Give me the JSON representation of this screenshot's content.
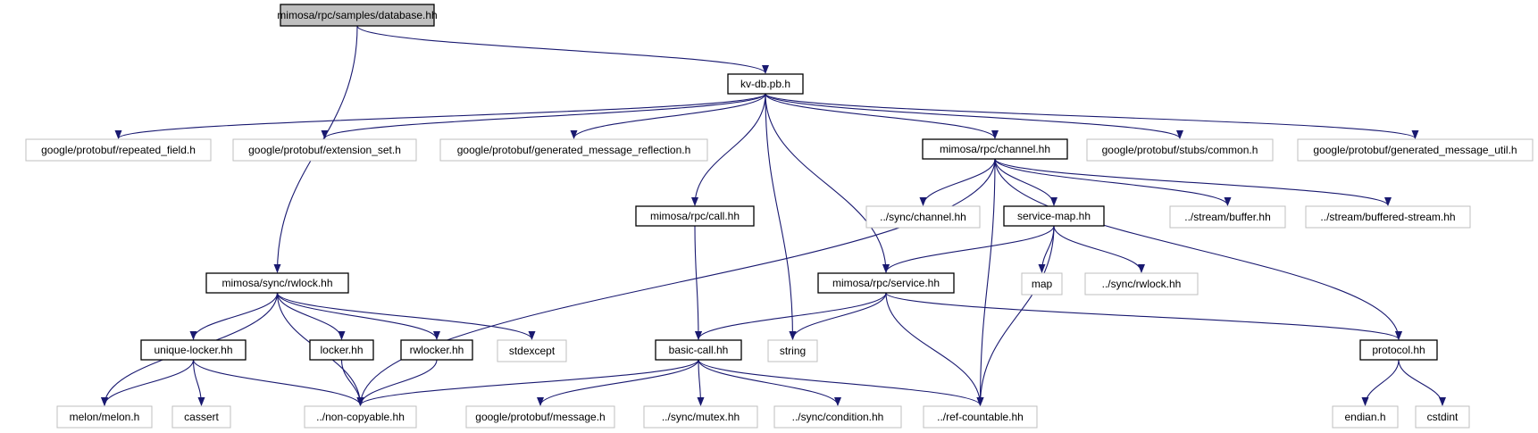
{
  "colors": {
    "edge": "#191970",
    "node_border": "#000000",
    "external_border": "#bfbfbf",
    "root_fill": "#bfbfbf"
  },
  "nodes": [
    {
      "id": "database",
      "label": "mimosa/rpc/samples/database.hh",
      "kind": "root"
    },
    {
      "id": "kvdb",
      "label": "kv-db.pb.h",
      "kind": "doc"
    },
    {
      "id": "repeated",
      "label": "google/protobuf/repeated_field.h",
      "kind": "ext"
    },
    {
      "id": "extset",
      "label": "google/protobuf/extension_set.h",
      "kind": "ext"
    },
    {
      "id": "genrefl",
      "label": "google/protobuf/generated_message_reflection.h",
      "kind": "ext"
    },
    {
      "id": "channel",
      "label": "mimosa/rpc/channel.hh",
      "kind": "doc"
    },
    {
      "id": "stubs",
      "label": "google/protobuf/stubs/common.h",
      "kind": "ext"
    },
    {
      "id": "genutil",
      "label": "google/protobuf/generated_message_util.h",
      "kind": "ext"
    },
    {
      "id": "call",
      "label": "mimosa/rpc/call.hh",
      "kind": "doc"
    },
    {
      "id": "syncchannel",
      "label": "../sync/channel.hh",
      "kind": "ext"
    },
    {
      "id": "servicemap",
      "label": "service-map.hh",
      "kind": "doc"
    },
    {
      "id": "buffer",
      "label": "../stream/buffer.hh",
      "kind": "ext"
    },
    {
      "id": "bufstream",
      "label": "../stream/buffered-stream.hh",
      "kind": "ext"
    },
    {
      "id": "rwlock",
      "label": "mimosa/sync/rwlock.hh",
      "kind": "doc"
    },
    {
      "id": "service",
      "label": "mimosa/rpc/service.hh",
      "kind": "doc"
    },
    {
      "id": "map",
      "label": "map",
      "kind": "ext"
    },
    {
      "id": "syncrwlock",
      "label": "../sync/rwlock.hh",
      "kind": "ext"
    },
    {
      "id": "uniquelocker",
      "label": "unique-locker.hh",
      "kind": "doc"
    },
    {
      "id": "locker",
      "label": "locker.hh",
      "kind": "doc"
    },
    {
      "id": "rwlocker",
      "label": "rwlocker.hh",
      "kind": "doc"
    },
    {
      "id": "stdexcept",
      "label": "stdexcept",
      "kind": "ext"
    },
    {
      "id": "basiccall",
      "label": "basic-call.hh",
      "kind": "doc"
    },
    {
      "id": "string",
      "label": "string",
      "kind": "ext"
    },
    {
      "id": "protocol",
      "label": "protocol.hh",
      "kind": "doc"
    },
    {
      "id": "melon",
      "label": "melon/melon.h",
      "kind": "ext"
    },
    {
      "id": "cassert",
      "label": "cassert",
      "kind": "ext"
    },
    {
      "id": "noncopy",
      "label": "../non-copyable.hh",
      "kind": "ext"
    },
    {
      "id": "message",
      "label": "google/protobuf/message.h",
      "kind": "ext"
    },
    {
      "id": "mutex",
      "label": "../sync/mutex.hh",
      "kind": "ext"
    },
    {
      "id": "condition",
      "label": "../sync/condition.hh",
      "kind": "ext"
    },
    {
      "id": "refcount",
      "label": "../ref-countable.hh",
      "kind": "ext"
    },
    {
      "id": "endian",
      "label": "endian.h",
      "kind": "ext"
    },
    {
      "id": "cstdint",
      "label": "cstdint",
      "kind": "ext"
    }
  ],
  "edges": [
    [
      "database",
      "kvdb"
    ],
    [
      "database",
      "rwlock"
    ],
    [
      "kvdb",
      "repeated"
    ],
    [
      "kvdb",
      "extset"
    ],
    [
      "kvdb",
      "genrefl"
    ],
    [
      "kvdb",
      "channel"
    ],
    [
      "kvdb",
      "stubs"
    ],
    [
      "kvdb",
      "genutil"
    ],
    [
      "kvdb",
      "call"
    ],
    [
      "kvdb",
      "string"
    ],
    [
      "kvdb",
      "service"
    ],
    [
      "channel",
      "syncchannel"
    ],
    [
      "channel",
      "servicemap"
    ],
    [
      "channel",
      "buffer"
    ],
    [
      "channel",
      "bufstream"
    ],
    [
      "channel",
      "noncopy"
    ],
    [
      "channel",
      "refcount"
    ],
    [
      "channel",
      "protocol"
    ],
    [
      "call",
      "basiccall"
    ],
    [
      "servicemap",
      "service"
    ],
    [
      "servicemap",
      "map"
    ],
    [
      "servicemap",
      "syncrwlock"
    ],
    [
      "servicemap",
      "refcount"
    ],
    [
      "rwlock",
      "uniquelocker"
    ],
    [
      "rwlock",
      "locker"
    ],
    [
      "rwlock",
      "rwlocker"
    ],
    [
      "rwlock",
      "stdexcept"
    ],
    [
      "rwlock",
      "melon"
    ],
    [
      "rwlock",
      "noncopy"
    ],
    [
      "service",
      "basiccall"
    ],
    [
      "service",
      "string"
    ],
    [
      "service",
      "refcount"
    ],
    [
      "service",
      "protocol"
    ],
    [
      "uniquelocker",
      "melon"
    ],
    [
      "uniquelocker",
      "cassert"
    ],
    [
      "uniquelocker",
      "noncopy"
    ],
    [
      "locker",
      "noncopy"
    ],
    [
      "rwlocker",
      "noncopy"
    ],
    [
      "basiccall",
      "noncopy"
    ],
    [
      "basiccall",
      "message"
    ],
    [
      "basiccall",
      "mutex"
    ],
    [
      "basiccall",
      "condition"
    ],
    [
      "basiccall",
      "refcount"
    ],
    [
      "protocol",
      "endian"
    ],
    [
      "protocol",
      "cstdint"
    ]
  ]
}
